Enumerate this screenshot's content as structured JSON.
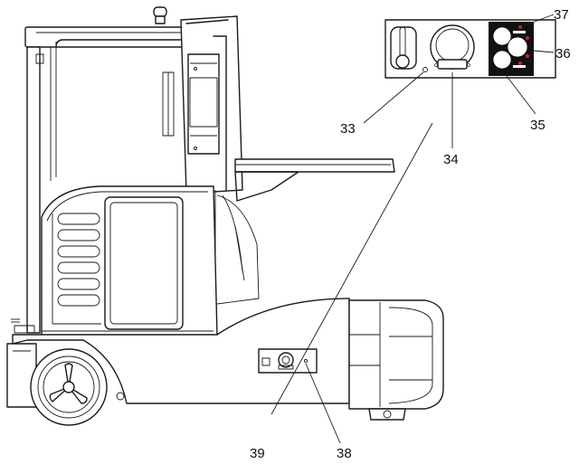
{
  "callouts": [
    {
      "id": "c37",
      "text": "37"
    },
    {
      "id": "c36",
      "text": "36"
    },
    {
      "id": "c35",
      "text": "35"
    },
    {
      "id": "c34",
      "text": "34"
    },
    {
      "id": "c33",
      "text": "33"
    },
    {
      "id": "c39",
      "text": "39"
    },
    {
      "id": "c38",
      "text": "38"
    }
  ],
  "colors": {
    "line": "#1a1a1a",
    "panel": "#111111",
    "indicator": "#cc2222"
  }
}
